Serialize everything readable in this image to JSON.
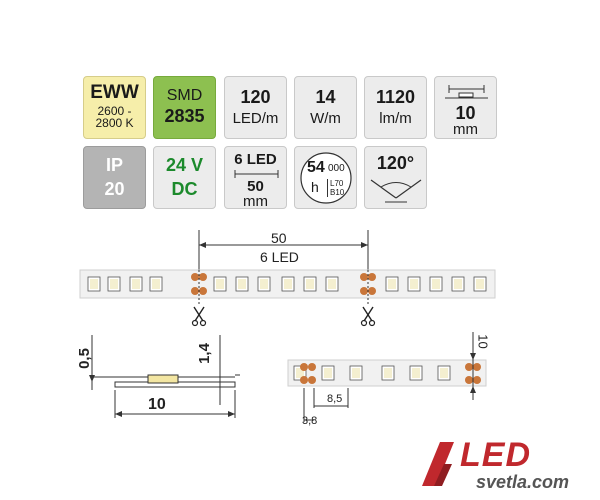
{
  "tiles": {
    "eww": {
      "title": "EWW",
      "line1": "2600 -",
      "line2": "2800 K",
      "color": "#f6eeaa"
    },
    "smd": {
      "line1": "SMD",
      "line2": "2835",
      "color": "#8dc050"
    },
    "led_density": {
      "value": "120",
      "unit": "LED/m"
    },
    "power": {
      "value": "14",
      "unit": "W/m"
    },
    "lumen": {
      "value": "1120",
      "unit": "lm/m"
    },
    "width": {
      "value": "10",
      "unit": "mm"
    },
    "ip": {
      "line1": "IP",
      "line2": "20",
      "color": "#b4b4b4"
    },
    "voltage": {
      "line1": "24 V",
      "line2": "DC",
      "color": "#1c8a2c"
    },
    "segment": {
      "top": "6 LED",
      "value": "50",
      "unit": "mm"
    },
    "lifetime": {
      "value": "54",
      "suffix": "000",
      "unit": "h",
      "l70": "L70",
      "b10": "B10"
    },
    "angle": {
      "value": "120°"
    }
  },
  "strip_diagram": {
    "dim_length": "50",
    "dim_leds": "6 LED"
  },
  "profile_diagram": {
    "height_small": "0,5",
    "height_total": "1,4",
    "width": "10"
  },
  "detail_diagram": {
    "width": "10",
    "pitch": "8,5",
    "offset": "3,8"
  },
  "logo": {
    "brand": "LED",
    "site": "svetla.com",
    "color": "#c0282d"
  }
}
